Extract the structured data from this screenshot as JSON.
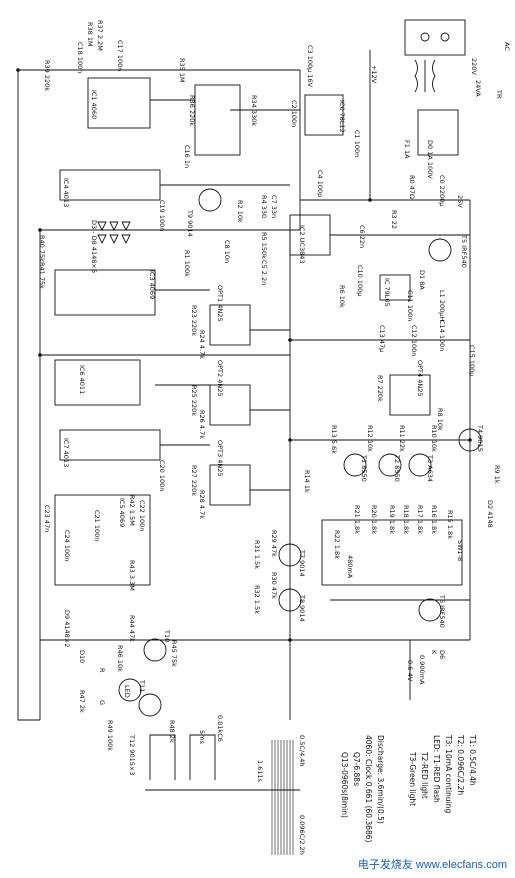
{
  "schematic": {
    "mains": {
      "connector": "AC",
      "voltage": "220V",
      "transformer": "TR",
      "secondary": "24VA",
      "fuse": "F1 1A",
      "output": "25V"
    },
    "power": {
      "regulator": "IC0 78L12",
      "c2": "C2 100n",
      "c3": "C3 100μ 16V",
      "c1": "C1 100n",
      "rail_12v": "+12V",
      "c0": "C0 2200μ",
      "r0": "R0 47Ω",
      "d0": "D0 1A 100V"
    },
    "ic_labels": {
      "ic1": "IC1 4060",
      "ic2": "IC2 UC3843",
      "ic3": "IC3 4069",
      "ic4": "IC4 4013",
      "ic5": "IC5 4069",
      "ic6": "IC6 4011",
      "ic7": "IC7 4013"
    },
    "components": {
      "r37": "R37 2.2M",
      "r38": "R38 1M",
      "r39": "R39 220k",
      "c17": "C17 100n",
      "c18": "C18 100n",
      "r35": "R35 1M",
      "r36": "R36 220k",
      "r34": "R34 330k",
      "c16": "C16 1n",
      "c19": "C19 100n",
      "t9": "T9 9014",
      "r2": "R2 10k",
      "r3": "R3 22",
      "r1": "R1 100k",
      "r4": "R4 330",
      "r5": "R5 150k",
      "r6": "R6 10k",
      "c4": "C4 100p",
      "c5": "C5 2.2n",
      "c6": "C6 22n",
      "c7": "C7 33n",
      "c8": "C8 10n",
      "t5": "T5 IRF540",
      "l1": "L1 200μH",
      "d1": "D1 8A",
      "ic_79l05": "IC 79L05",
      "c10": "C10 100μ",
      "c11": "C11 100n",
      "c12": "C12 100n",
      "c13": "C13 47μ",
      "c14": "C14 100n",
      "c15": "C15 100μ",
      "opt1": "OPT1 4N25",
      "opt2": "OPT2 4N25",
      "opt3": "OPT3 4N25",
      "opt4": "OPT4 4N25",
      "r23": "R23 220k",
      "r24": "R24 4.7k",
      "r25": "R25 220k",
      "r26": "R26 4.7k",
      "r27": "R27 220k",
      "r28": "R28 4.7k",
      "r7": "R7 220k",
      "r8": "R8 10k",
      "r9": "R9 1k",
      "r10": "R10 10k",
      "r11": "R11 22k",
      "r12": "R12 10k",
      "r13": "R13 5.6k",
      "r14": "R14 1k",
      "t1": "T1 8550",
      "t2": "T2 8550",
      "t3": "T3 A634",
      "t4": "T4 9015",
      "d2": "D2 4148",
      "r15": "R15 1.8k",
      "r16": "R16 1.8k",
      "r17": "R17 1.8k",
      "r18": "R18 1.8k",
      "r19": "R19 1.8k",
      "r20": "R20 1.8k",
      "r21": "R21 1.8k",
      "r22": "R22 1.8k",
      "sw": "SW1-8",
      "imax": "480mA",
      "r29": "R29 47k",
      "r30": "R30 47k",
      "r31": "R31 1.5k",
      "r32": "R32 1.5k",
      "t7": "T7 9014",
      "t8": "T8 9014",
      "t6": "T6 IRF540",
      "d6": "D6",
      "r_k": "K",
      "mv1": "0.900mA",
      "mv2": "0.6-4V",
      "c20": "C20 100n",
      "c21": "C21 100n",
      "c22": "C22 100n",
      "c23": "C23 47n",
      "c24": "C24 100n",
      "r40": "R40 75k",
      "r41": "R41 75k",
      "r42": "R42 1.5M",
      "r43": "R43 3.3M",
      "d3_8": "D3 - D8 4148×6",
      "d9": "D9 4148×2",
      "d10": "D10",
      "r44": "R44 47k",
      "r45": "R45 75k",
      "r46": "R46 10k",
      "r47": "R47 2k",
      "r48": "R48 2k",
      "r49": "R49 100k",
      "t10": "T10",
      "t11": "T11",
      "t12": "T12 9015×3",
      "led": "LED",
      "led_r": "R",
      "led_g": "G"
    },
    "notes": {
      "title": "T1: 0.5C/4.4h",
      "l2": "T2: 0.096C/2.2h",
      "l3": "T3: 10mA continuing",
      "l4": "LED: T1-RED flash",
      "l5": "T2-RED light",
      "l6": "T3-Green light",
      "l7": "4060: Clock 0.661 (60.3686)",
      "l8": "Q7-6.88s",
      "l9": "Q13-0960s(8min)",
      "l10": "Discharge: 3.6min/(0.5)"
    },
    "waveform": {
      "top": "0.01kC6",
      "ms": "1.611s",
      "pulse": "5ms",
      "label1": "0.5C/4.4h",
      "label2": "0.096C/2.2h"
    }
  },
  "watermark": "电子发烧友 www.elecfans.com"
}
